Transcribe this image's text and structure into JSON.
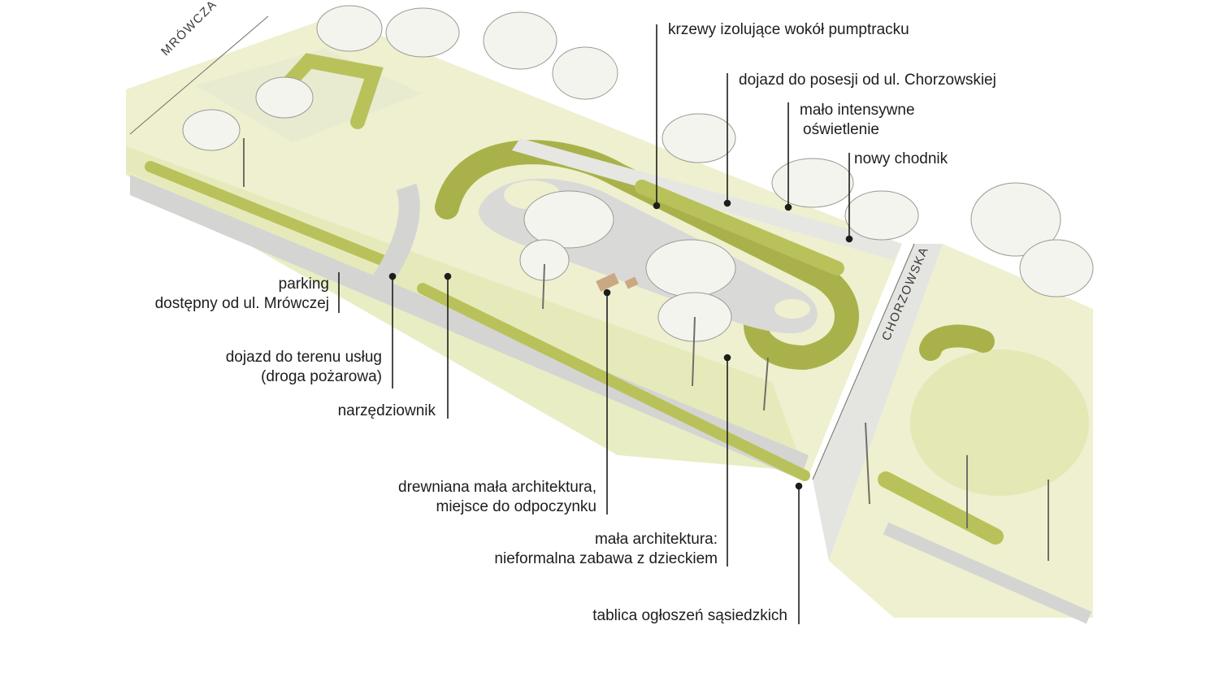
{
  "streets": {
    "mrowcza": "MRÓWCZA",
    "chorzowska": "CHORZOWSKA"
  },
  "labels": {
    "shrubs": "krzewy izolujące wokół pumptracku",
    "access_chorzowska": "dojazd do posesji od ul. Chorzowskiej",
    "lighting_1": "mało intensywne",
    "lighting_2": "oświetlenie",
    "sidewalk": "nowy chodnik",
    "parking_1": "parking",
    "parking_2": "dostępny od ul. Mrówczej",
    "service_access_1": "dojazd do terenu usług",
    "service_access_2": "(droga pożarowa)",
    "toolshed": "narzędziownik",
    "wooden_1": "drewniana mała architektura,",
    "wooden_2": "miejsce do odpoczynku",
    "small_arch_1": "mała architektura:",
    "small_arch_2": "nieformalna zabawa z dzieckiem",
    "notice_board": "tablica ogłoszeń sąsiedzkich"
  },
  "colors": {
    "grass_light": "#eef0cf",
    "grass_mid": "#d9e0a0",
    "hedge": "#b9c25a",
    "hedge_dark": "#8f9a3a",
    "path": "#d4d5d2",
    "tree_canopy": "#f4f4ef",
    "line": "#1d1d1b"
  }
}
